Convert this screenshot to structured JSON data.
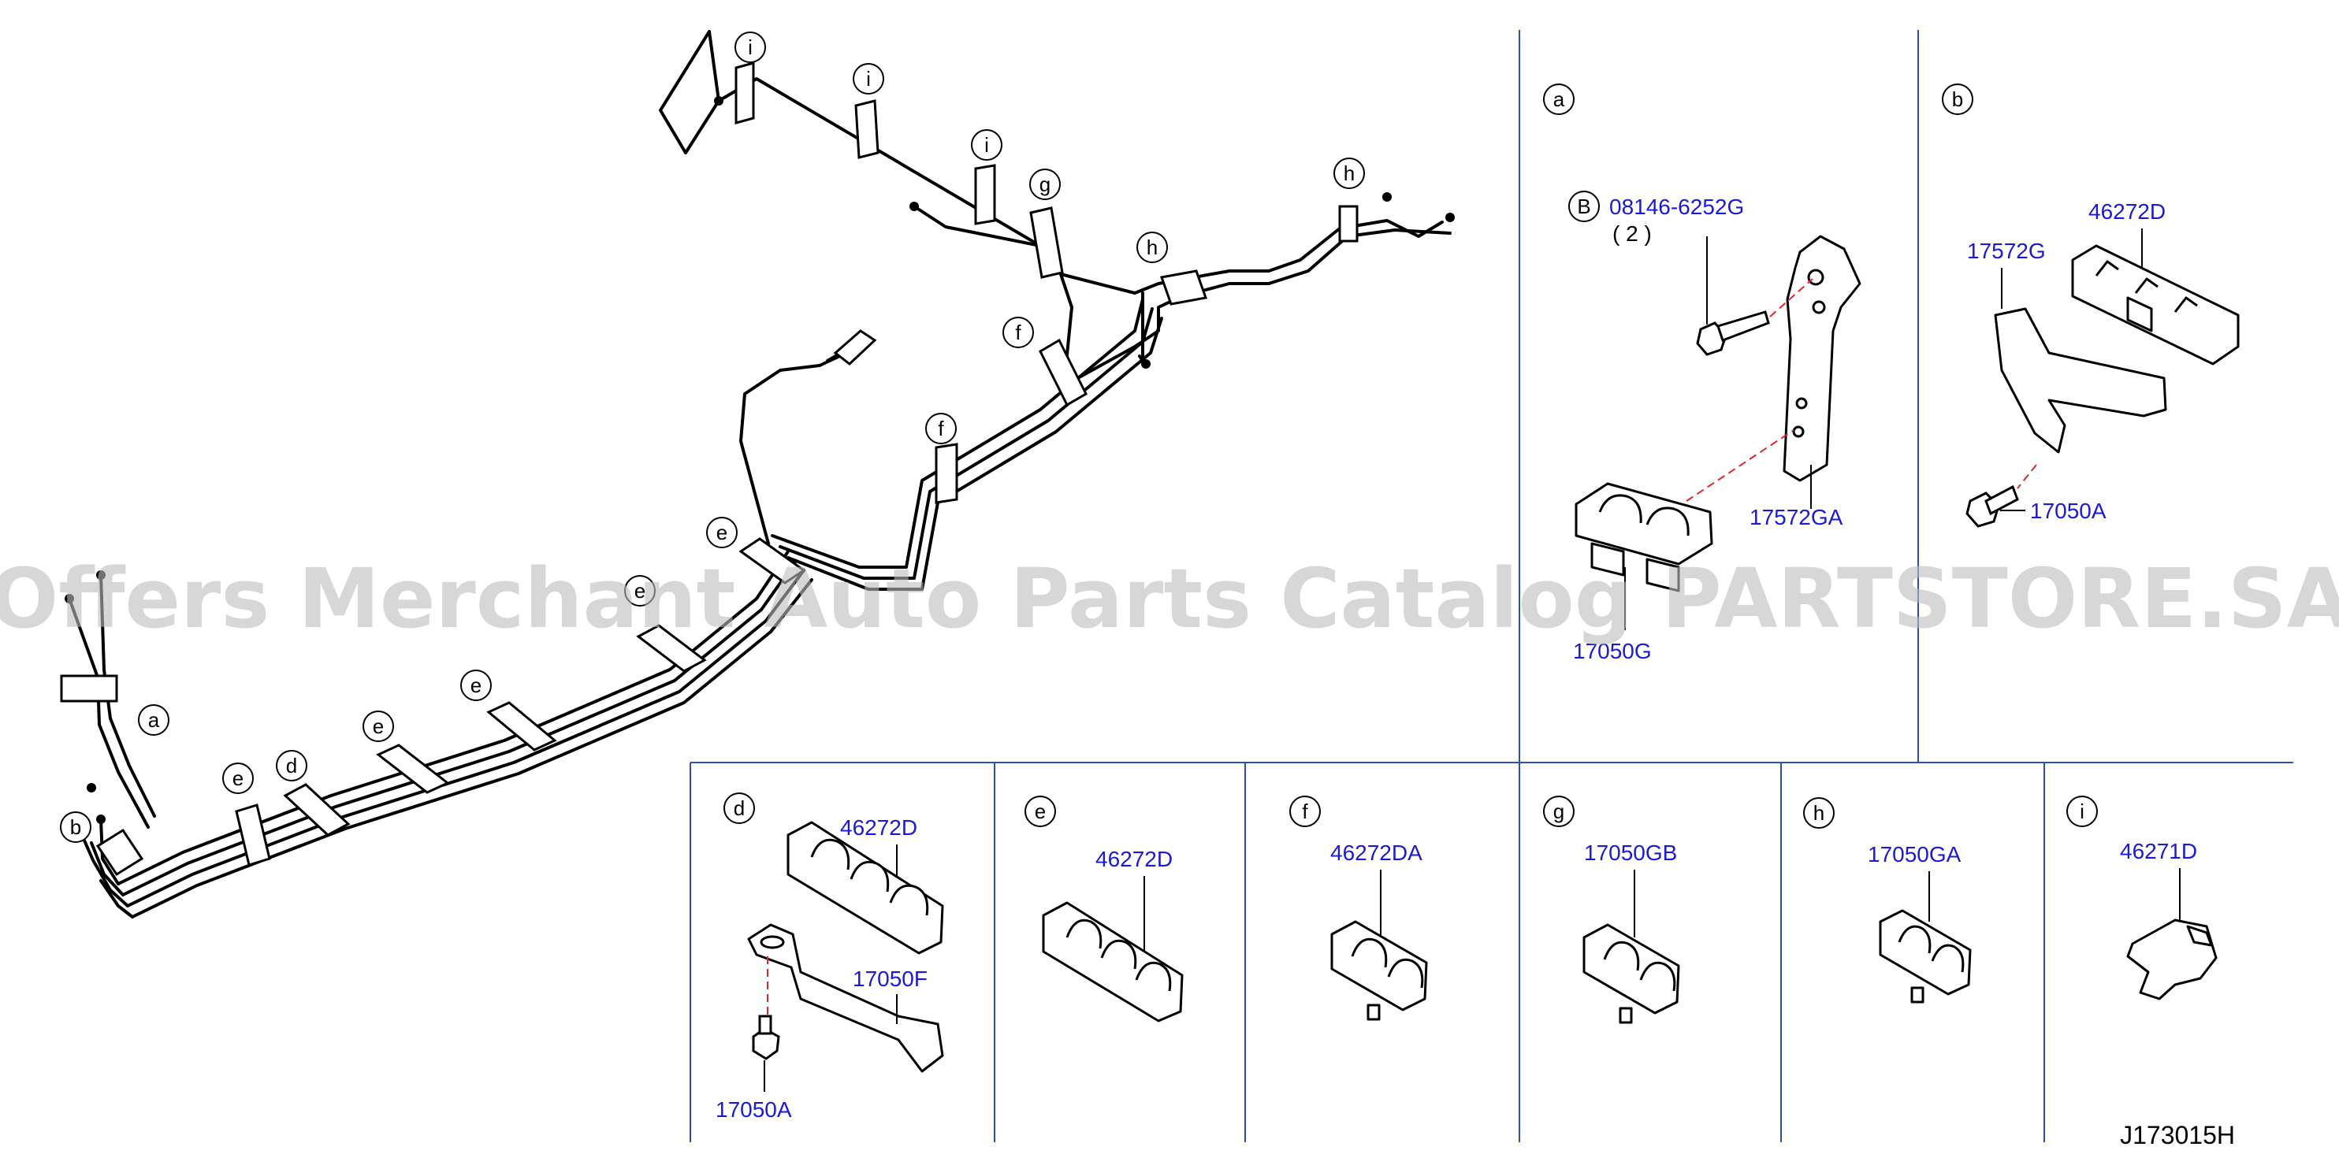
{
  "watermark": "Offers Merchant Auto Parts Catalog PARTSTORE.SA",
  "figure_code": "J173015H",
  "callouts": {
    "a": "a",
    "b": "b",
    "d": "d",
    "e": "e",
    "f": "f",
    "g": "g",
    "h": "h",
    "i": "i",
    "B": "B"
  },
  "panel_a": {
    "bolt_part": "08146-6252G",
    "bolt_qty": "( 2 )",
    "bracket_part": "17572GA",
    "clip_part": "17050G"
  },
  "panel_b": {
    "bracket_part": "17572G",
    "clip_part": "46272D",
    "bolt_part": "17050A"
  },
  "panel_d": {
    "clip_part": "46272D",
    "bracket_part": "17050F",
    "bolt_part": "17050A"
  },
  "panel_e": {
    "clip_part": "46272D"
  },
  "panel_f": {
    "clip_part": "46272DA"
  },
  "panel_g": {
    "clip_part": "17050GB"
  },
  "panel_h": {
    "clip_part": "17050GA"
  },
  "panel_i": {
    "clip_part": "46271D"
  }
}
